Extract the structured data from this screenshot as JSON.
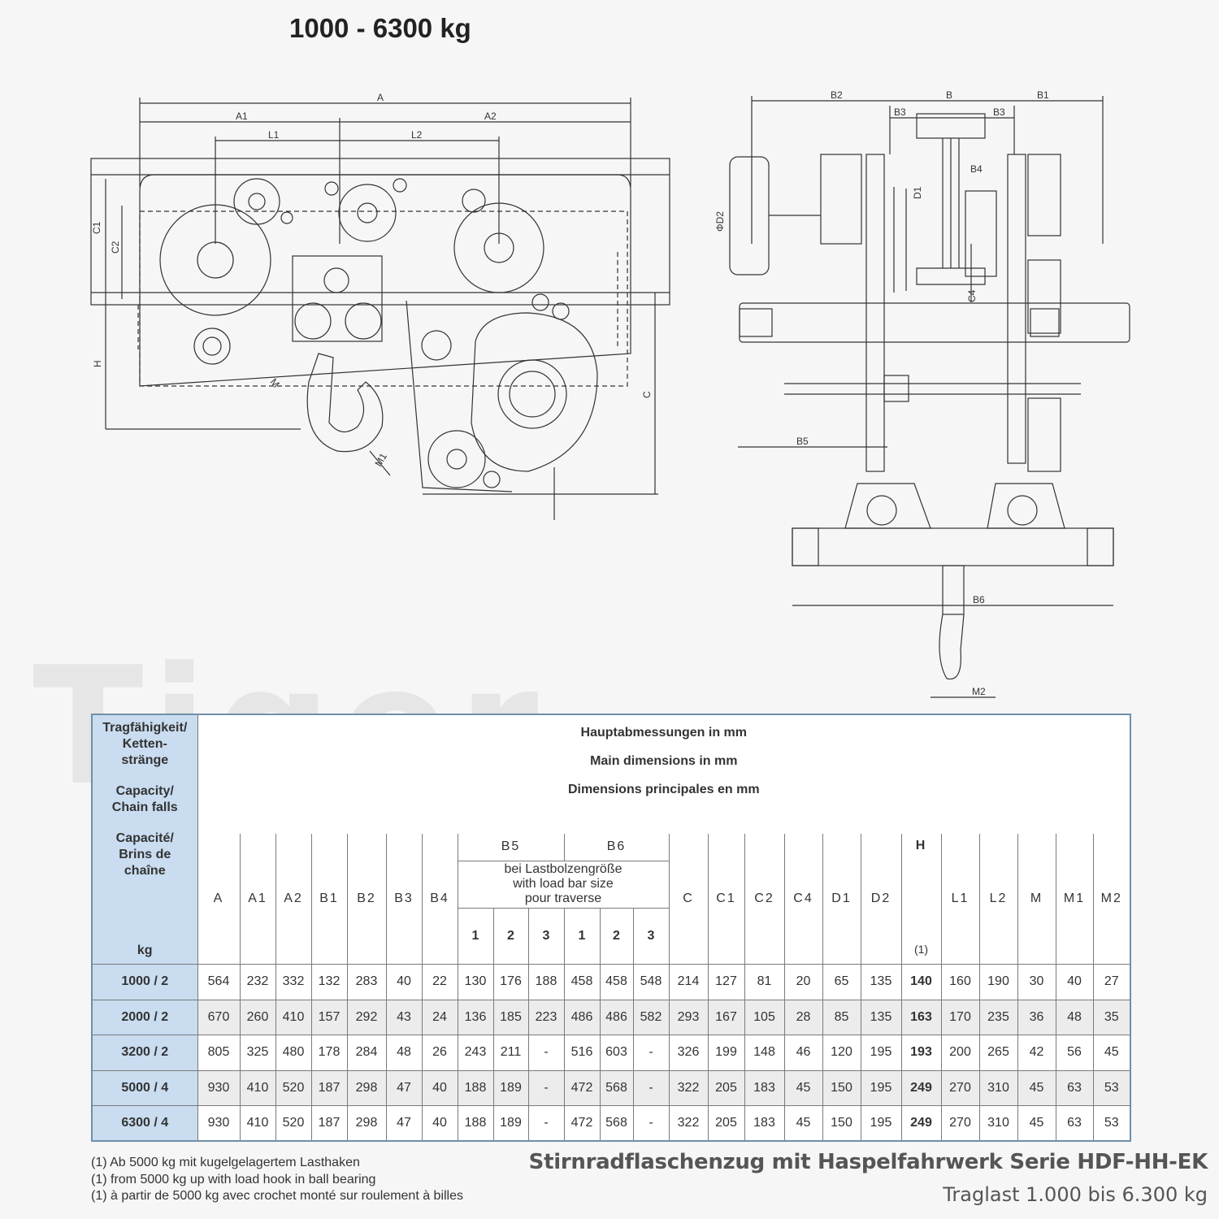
{
  "title": "1000 - 6300 kg",
  "watermark": "Tiger",
  "drawing_labels": {
    "side": [
      "A",
      "A1",
      "A2",
      "L1",
      "L2",
      "C1",
      "C2",
      "H",
      "C",
      "M",
      "M1"
    ],
    "front": [
      "B2",
      "B",
      "B1",
      "B3",
      "B3",
      "B4",
      "D1",
      "D2",
      "C4",
      "B5",
      "B6",
      "M2"
    ]
  },
  "table": {
    "left_header": {
      "de": "Tragfähigkeit/ Ketten- stränge",
      "en": "Capacity/ Chain falls",
      "fr": "Capacité/ Brins de chaîne",
      "unit": "kg"
    },
    "main_header": {
      "de": "Hauptabmessungen in mm",
      "en": "Main dimensions in mm",
      "fr": "Dimensions principales en mm"
    },
    "cols_a": [
      "A",
      "A1",
      "A2",
      "B1",
      "B2",
      "B3",
      "B4"
    ],
    "b5": "B5",
    "b6": "B6",
    "load_bar": {
      "de": "bei Lastbolzengröße",
      "en": "with load bar size",
      "fr": "pour traverse"
    },
    "sizes": [
      "1",
      "2",
      "3",
      "1",
      "2",
      "3"
    ],
    "cols_b": [
      "C",
      "C1",
      "C2",
      "C4",
      "D1",
      "D2",
      "H",
      "L1",
      "L2",
      "M",
      "M1",
      "M2"
    ],
    "h_note": "(1)",
    "rows": [
      {
        "cap": "1000 / 2",
        "vals": [
          "564",
          "232",
          "332",
          "132",
          "283",
          "40",
          "22",
          "130",
          "176",
          "188",
          "458",
          "458",
          "548",
          "214",
          "127",
          "81",
          "20",
          "65",
          "135",
          "140",
          "160",
          "190",
          "30",
          "40",
          "27"
        ]
      },
      {
        "cap": "2000 / 2",
        "vals": [
          "670",
          "260",
          "410",
          "157",
          "292",
          "43",
          "24",
          "136",
          "185",
          "223",
          "486",
          "486",
          "582",
          "293",
          "167",
          "105",
          "28",
          "85",
          "135",
          "163",
          "170",
          "235",
          "36",
          "48",
          "35"
        ]
      },
      {
        "cap": "3200 / 2",
        "vals": [
          "805",
          "325",
          "480",
          "178",
          "284",
          "48",
          "26",
          "243",
          "211",
          "-",
          "516",
          "603",
          "-",
          "326",
          "199",
          "148",
          "46",
          "120",
          "195",
          "193",
          "200",
          "265",
          "42",
          "56",
          "45"
        ]
      },
      {
        "cap": "5000 / 4",
        "vals": [
          "930",
          "410",
          "520",
          "187",
          "298",
          "47",
          "40",
          "188",
          "189",
          "-",
          "472",
          "568",
          "-",
          "322",
          "205",
          "183",
          "45",
          "150",
          "195",
          "249",
          "270",
          "310",
          "45",
          "63",
          "53"
        ]
      },
      {
        "cap": "6300 / 4",
        "vals": [
          "930",
          "410",
          "520",
          "187",
          "298",
          "47",
          "40",
          "188",
          "189",
          "-",
          "472",
          "568",
          "-",
          "322",
          "205",
          "183",
          "45",
          "150",
          "195",
          "249",
          "270",
          "310",
          "45",
          "63",
          "53"
        ]
      }
    ]
  },
  "footnotes": [
    "(1) Ab 5000 kg mit kugelgelagertem Lasthaken",
    "(1) from 5000 kg up with load hook in ball bearing",
    "(1) à partir de 5000 kg avec crochet monté sur roulement à billes"
  ],
  "caption": {
    "line1": "Stirnradflaschenzug mit Haspelfahrwerk Serie HDF-HH-EK",
    "line2": "Traglast 1.000 bis 6.300 kg"
  }
}
